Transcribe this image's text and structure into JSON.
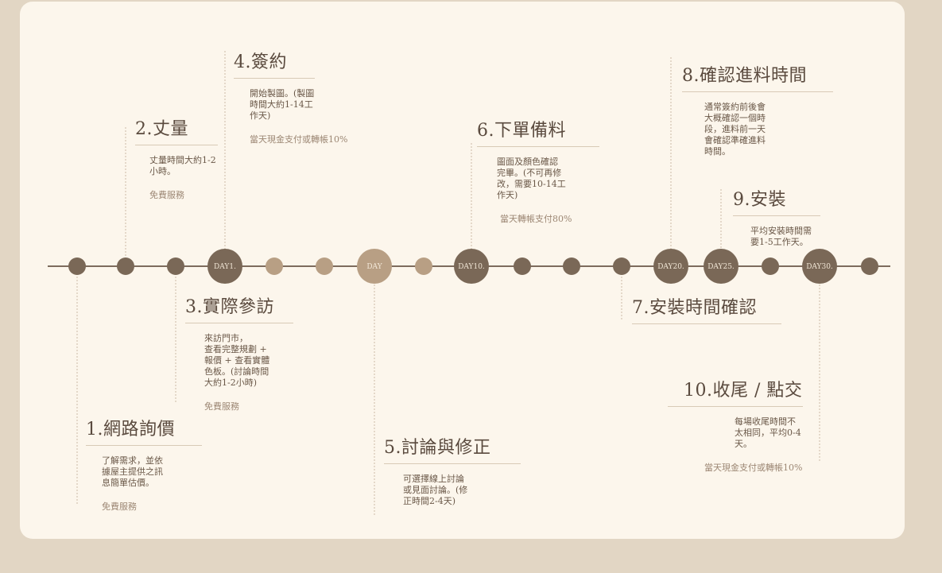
{
  "colors": {
    "background": "#e2d6c4",
    "card": "#fcf6ec",
    "line": "#7d6b5d",
    "dot_dark": "#7a6857",
    "dot_light": "#b89f84",
    "text": "#5a4a3e",
    "note": "#9c8774"
  },
  "nodes": [
    {
      "label": "",
      "style": "dark"
    },
    {
      "label": "",
      "style": "dark"
    },
    {
      "label": "",
      "style": "dark"
    },
    {
      "label": "DAY1.",
      "style": "dark"
    },
    {
      "label": "",
      "style": "light"
    },
    {
      "label": "",
      "style": "light"
    },
    {
      "label": "DAY",
      "style": "light"
    },
    {
      "label": "",
      "style": "light"
    },
    {
      "label": "DAY10.",
      "style": "dark"
    },
    {
      "label": "",
      "style": "dark"
    },
    {
      "label": "",
      "style": "dark"
    },
    {
      "label": "",
      "style": "dark"
    },
    {
      "label": "DAY20.",
      "style": "dark"
    },
    {
      "label": "DAY25.",
      "style": "dark"
    },
    {
      "label": "",
      "style": "dark"
    },
    {
      "label": "DAY30.",
      "style": "dark"
    },
    {
      "label": "",
      "style": "dark"
    }
  ],
  "steps": [
    {
      "title": "1.網路詢價",
      "desc": "了解需求，並依\n據屋主提供之訊\n息簡單估價。",
      "note": "免費服務"
    },
    {
      "title": "2.丈量",
      "desc": "丈量時間大約1-2\n小時。",
      "note": "免費服務"
    },
    {
      "title": "3.實際參訪",
      "desc": "來訪門市，\n查看完整規劃 +\n報價 + 查看實體\n色板。(討論時間\n大約1-2小時)",
      "note": "免費服務"
    },
    {
      "title": "4.簽約",
      "desc": "開始製圖。(製圖\n時間大約1-14工\n作天)",
      "note": "當天現金支付或轉帳10%"
    },
    {
      "title": "5.討論與修正",
      "desc": "可選擇線上討論\n或見面討論。(修\n正時間2-4天)",
      "note": ""
    },
    {
      "title": "6.下單備料",
      "desc": "圖面及顏色確認\n完畢。(不可再修\n改，需要10-14工\n作天)",
      "note": "當天轉帳支付80%"
    },
    {
      "title": "7.安裝時間確認",
      "desc": "",
      "note": ""
    },
    {
      "title": "8.確認進料時間",
      "desc": "通常簽約前後會\n大概確認一個時\n段，進料前一天\n會確認準確進料\n時間。",
      "note": ""
    },
    {
      "title": "9.安裝",
      "desc": "平均安裝時間需\n要1-5工作天。",
      "note": ""
    },
    {
      "title": "10.收尾 / 點交",
      "desc": "每場收尾時間不\n太相同，平均0-4\n天。",
      "note": "當天現金支付或轉帳10%"
    }
  ]
}
